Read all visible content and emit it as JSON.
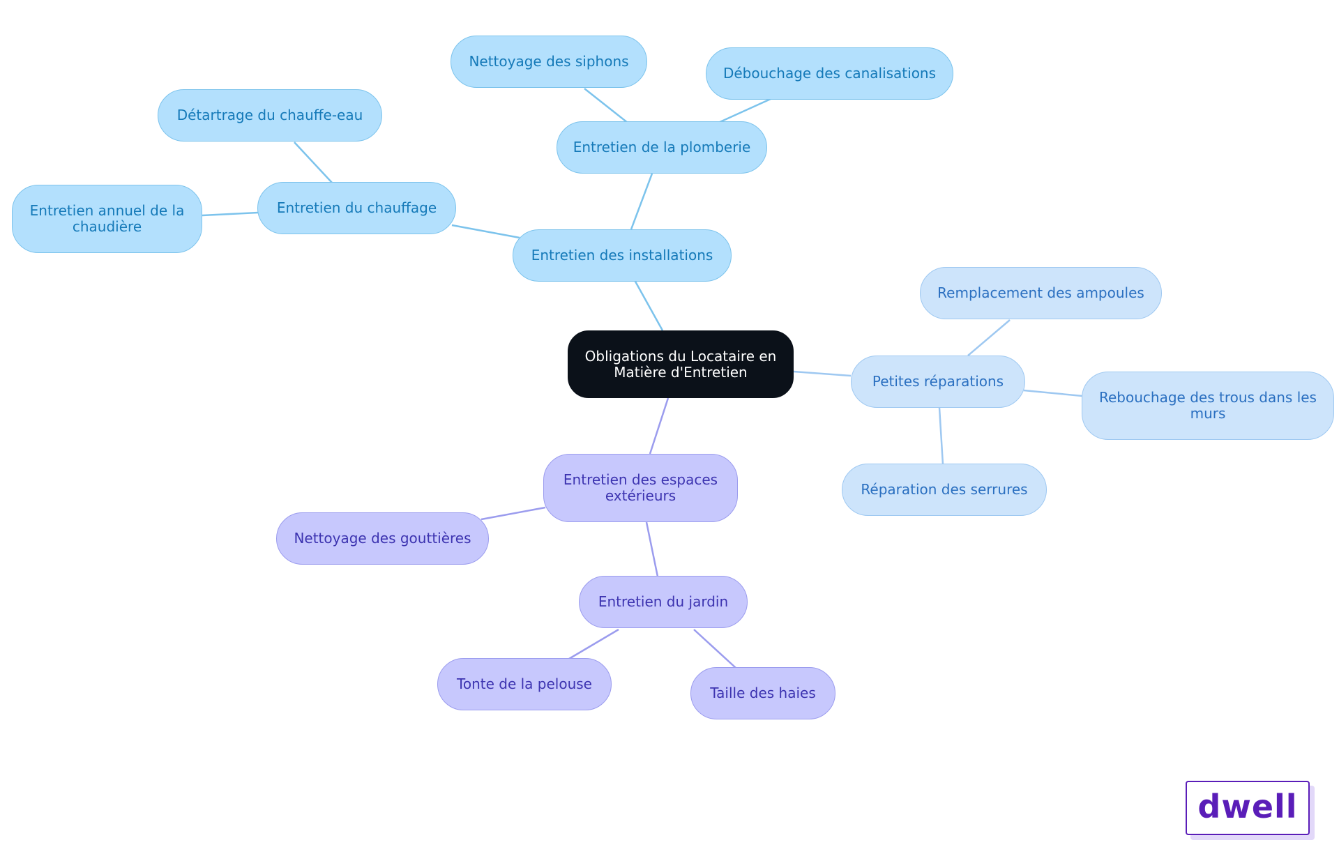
{
  "colors": {
    "center": "#0b1119",
    "blue_branch": "#b3e0fd",
    "blue_text": "#1479b8",
    "blue_edge": "#7cc3ec",
    "lightblue_branch": "#cde4fb",
    "lightblue_text": "#2a6fc0",
    "lightblue_edge": "#9ec8f1",
    "violet_branch": "#c7c8fd",
    "violet_text": "#3c33b0",
    "violet_edge": "#9b9cee",
    "logo": "#5a1db8"
  },
  "mindmap": {
    "center": "Obligations du Locataire en Matière d'Entretien",
    "installations": {
      "label": "Entretien des installations",
      "plomberie": {
        "label": "Entretien de la plomberie",
        "siphons": "Nettoyage des siphons",
        "canalisations": "Débouchage des canalisations"
      },
      "chauffage": {
        "label": "Entretien du chauffage",
        "chauffe_eau": "Détartrage du chauffe-eau",
        "chaudiere": "Entretien annuel de la chaudière"
      }
    },
    "reparations": {
      "label": "Petites réparations",
      "ampoules": "Remplacement des ampoules",
      "trous": "Rebouchage des trous dans les murs",
      "serrures": "Réparation des serrures"
    },
    "exterieurs": {
      "label": "Entretien des espaces extérieurs",
      "gouttieres": "Nettoyage des gouttières",
      "jardin": {
        "label": "Entretien du jardin",
        "pelouse": "Tonte de la pelouse",
        "haies": "Taille des haies"
      }
    }
  },
  "logo": {
    "text": "dwell"
  }
}
